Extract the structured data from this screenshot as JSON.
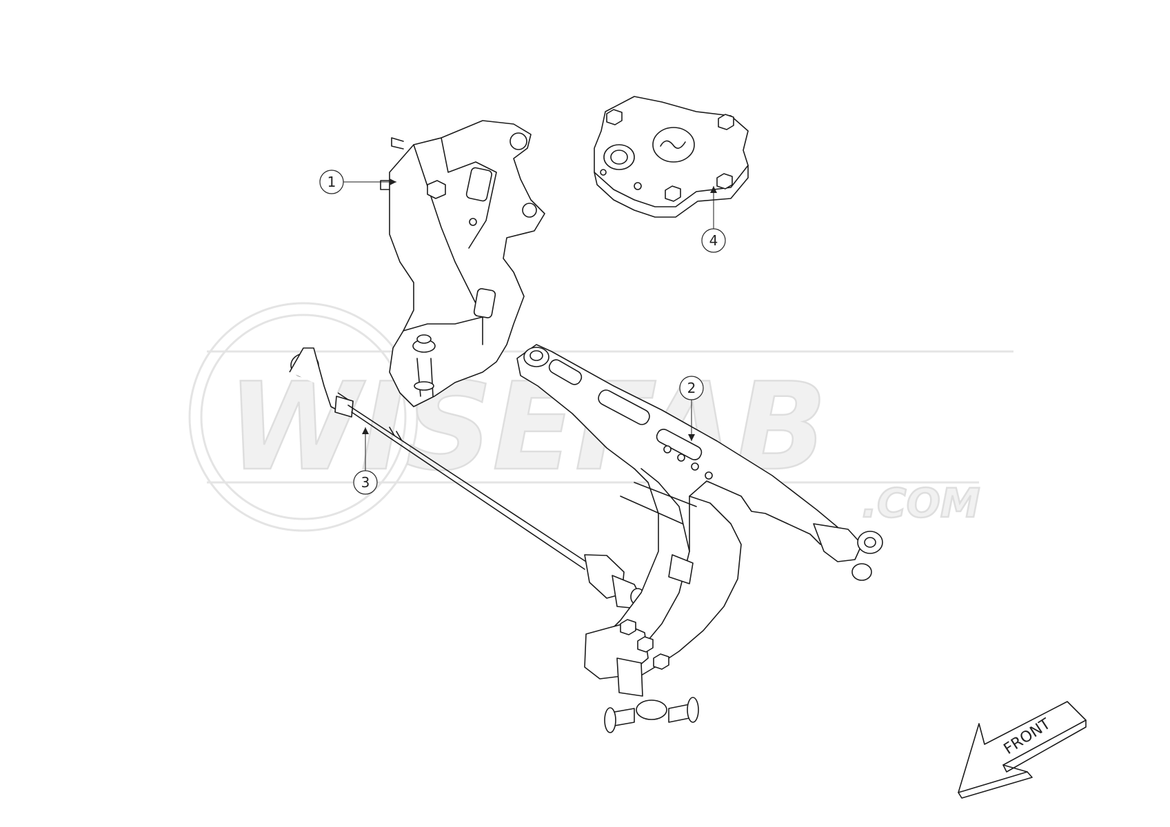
{
  "watermark": {
    "brand": "WISEFAB",
    "domain": ".COM"
  },
  "callouts": [
    {
      "number": "1"
    },
    {
      "number": "2"
    },
    {
      "number": "3"
    },
    {
      "number": "4"
    }
  ],
  "direction_arrow": {
    "label": "FRONT"
  },
  "colors": {
    "line": "#1a1a1a",
    "watermark": "#e4e4e4",
    "background": "#ffffff"
  }
}
